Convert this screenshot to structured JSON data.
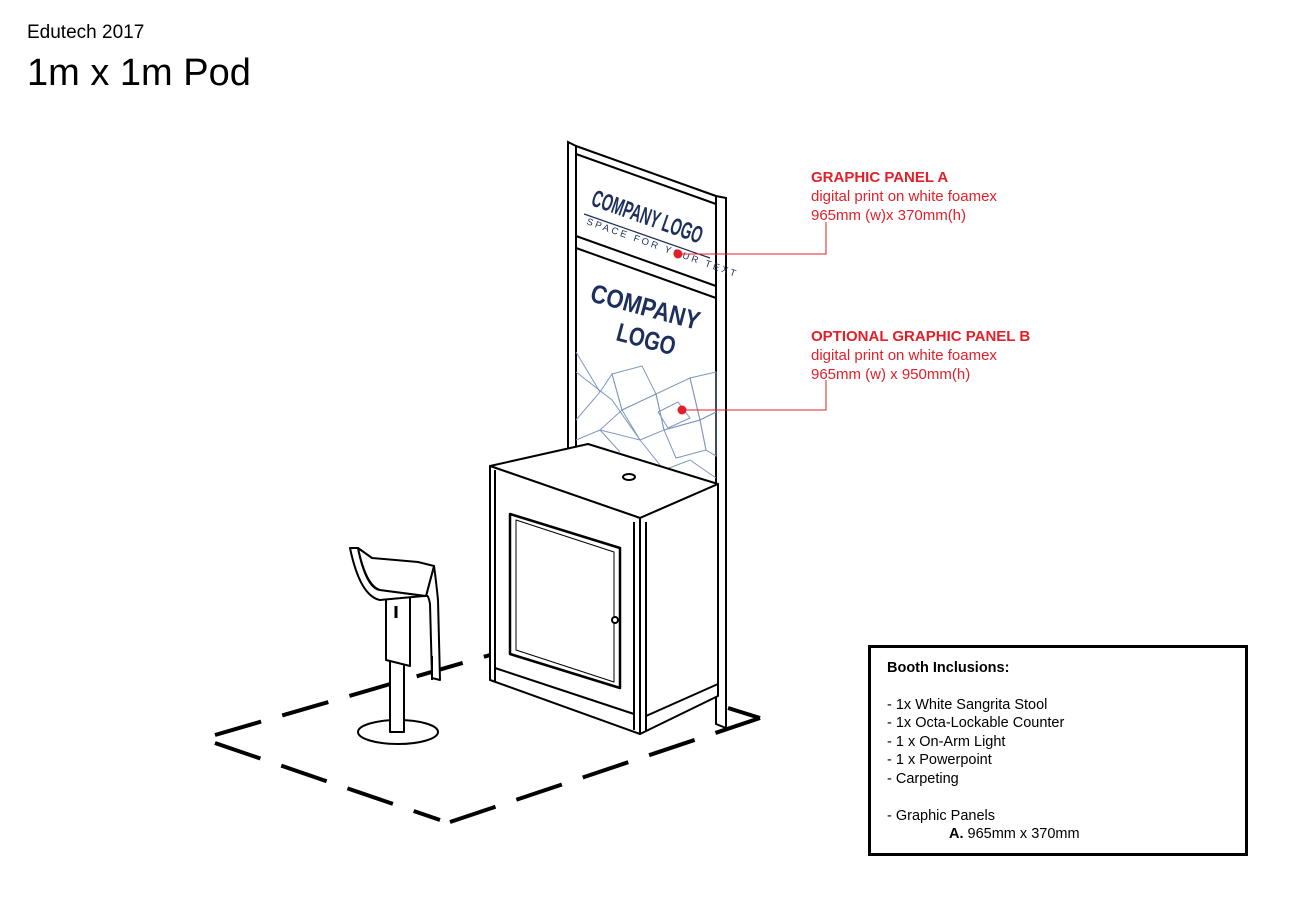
{
  "header": {
    "event": "Edutech 2017",
    "title": "1m x 1m Pod"
  },
  "panels": {
    "a": {
      "title": "GRAPHIC PANEL A",
      "material": "digital print on white foamex",
      "size": "965mm (w)x 370mm(h)"
    },
    "b": {
      "title": "OPTIONAL GRAPHIC PANEL B",
      "material": "digital print on white foamex",
      "size": "965mm (w) x 950mm(h)"
    }
  },
  "graphics": {
    "company_logo": "COMPANY LOGO",
    "tagline": "SPACE FOR YOUR TEXT",
    "logo_line1": "COMPANY",
    "logo_line2": "LOGO"
  },
  "inclusions": {
    "title": "Booth Inclusions:",
    "items": [
      "- 1x White Sangrita Stool",
      "- 1x Octa-Lockable Counter",
      "- 1 x On-Arm Light",
      "- 1 x Powerpoint",
      "- Carpeting"
    ],
    "graphic_panels_label": "- Graphic Panels",
    "graphic_panel_a_letter": "A.",
    "graphic_panel_a_size": "965mm x 370mm"
  },
  "colors": {
    "accent": "#e3202a",
    "logo": "#1d2f5c",
    "pattern": "#7f97bd"
  }
}
